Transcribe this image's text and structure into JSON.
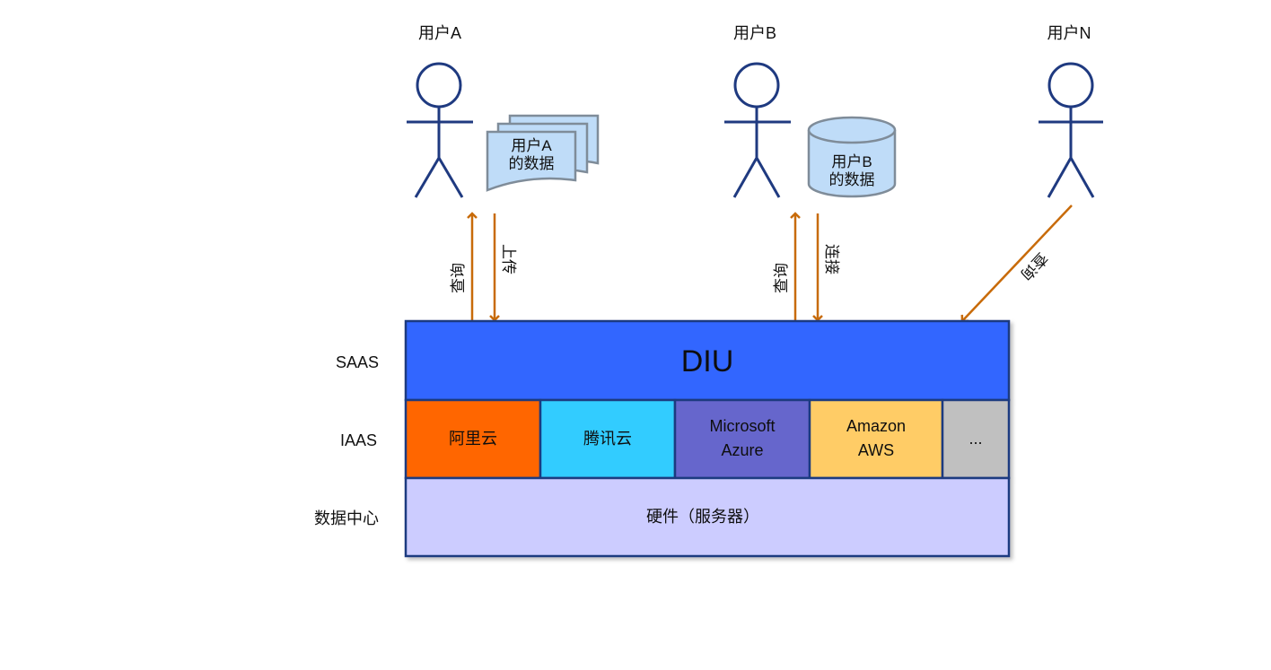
{
  "users": {
    "a": {
      "label": "用户A",
      "data_label_line1": "用户A",
      "data_label_line2": "的数据"
    },
    "b": {
      "label": "用户B",
      "data_label_line1": "用户B",
      "data_label_line2": "的数据"
    },
    "n": {
      "label": "用户N"
    }
  },
  "edges": {
    "a_query": "查询",
    "a_upload": "上传",
    "b_query": "查询",
    "b_connect": "连接",
    "n_query": "查询"
  },
  "layers": {
    "saas": "SAAS",
    "iaas": "IAAS",
    "datacenter": "数据中心"
  },
  "platform": {
    "name": "DIU",
    "color": "#3366ff"
  },
  "providers": [
    {
      "line1": "阿里云",
      "line2": "",
      "color": "#ff6600"
    },
    {
      "line1": "腾讯云",
      "line2": "",
      "color": "#33ccff"
    },
    {
      "line1": "Microsoft",
      "line2": "Azure",
      "color": "#6666cc"
    },
    {
      "line1": "Amazon",
      "line2": "AWS",
      "color": "#ffcc66"
    },
    {
      "line1": "...",
      "line2": "",
      "color": "#c0c0c0"
    }
  ],
  "hardware": {
    "label": "硬件（服务器）",
    "color": "#ccccff"
  },
  "colors": {
    "arrow": "#c86b0a",
    "outline": "#1f3a80",
    "data_fill": "#bfdcf8"
  }
}
